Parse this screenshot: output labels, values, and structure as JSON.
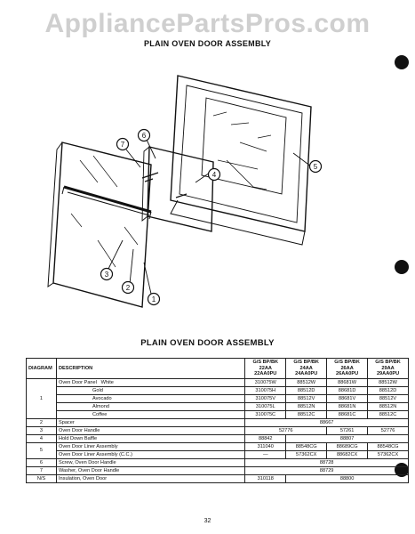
{
  "watermark": "AppliancePartsPros.com",
  "title_top": "PLAIN OVEN DOOR ASSEMBLY",
  "title_mid": "PLAIN OVEN DOOR ASSEMBLY",
  "callouts": [
    "1",
    "2",
    "3",
    "4",
    "5",
    "6",
    "7"
  ],
  "table": {
    "headers": {
      "diagram": "DIAGRAM",
      "description": "DESCRIPTION",
      "models": [
        [
          "G/S BP/BK",
          "22AA",
          "22AA0PU"
        ],
        [
          "G/S BP/BK",
          "24AA",
          "24AA0PU"
        ],
        [
          "G/S BP/BK",
          "26AA",
          "26AA0PU"
        ],
        [
          "G/S BP/BK",
          "29AA",
          "29AA0PU"
        ]
      ]
    },
    "panel": {
      "diagram": "1",
      "label": "Oven Door Panel",
      "colors": [
        {
          "color": "White",
          "parts": [
            "310075W",
            "88512W",
            "88681W",
            "88512W"
          ]
        },
        {
          "color": "Gold",
          "parts": [
            "310075H",
            "88512D",
            "88681D",
            "88512D"
          ]
        },
        {
          "color": "Avocado",
          "parts": [
            "310075V",
            "88512V",
            "88681V",
            "88512V"
          ]
        },
        {
          "color": "Almond",
          "parts": [
            "310075L",
            "88512N",
            "88681N",
            "88512N"
          ]
        },
        {
          "color": "Coffee",
          "parts": [
            "310075C",
            "88512C",
            "88681C",
            "88512C"
          ]
        }
      ]
    },
    "spacer": {
      "diagram": "2",
      "desc": "Spacer",
      "part": "88667"
    },
    "handle": {
      "diagram": "3",
      "desc": "Oven Door Handle",
      "part_a": "52776",
      "part_b": "57261",
      "part_c": "52776"
    },
    "baffle": {
      "diagram": "4",
      "desc": "Hold Down Baffle",
      "part_a": "88842",
      "part_b": "88807"
    },
    "liner": {
      "diagram": "5",
      "desc": "Oven Door Liner Assembly",
      "parts": [
        "311040",
        "88548CG",
        "88689CG",
        "88548CG"
      ]
    },
    "liner_cc": {
      "desc": "Oven Door Liner Assembly (C.C.)",
      "parts": [
        "—",
        "57362CX",
        "88682CX",
        "57362CX"
      ]
    },
    "screw": {
      "diagram": "6",
      "desc": "Screw, Oven Door Handle",
      "part": "88728"
    },
    "washer": {
      "diagram": "7",
      "desc": "Washer, Oven Door Handle",
      "part": "88729"
    },
    "insulation": {
      "diagram": "N/S",
      "desc": "Insulation, Oven Door",
      "part_a": "310118",
      "part_b": "88800"
    }
  },
  "page_number": "32"
}
